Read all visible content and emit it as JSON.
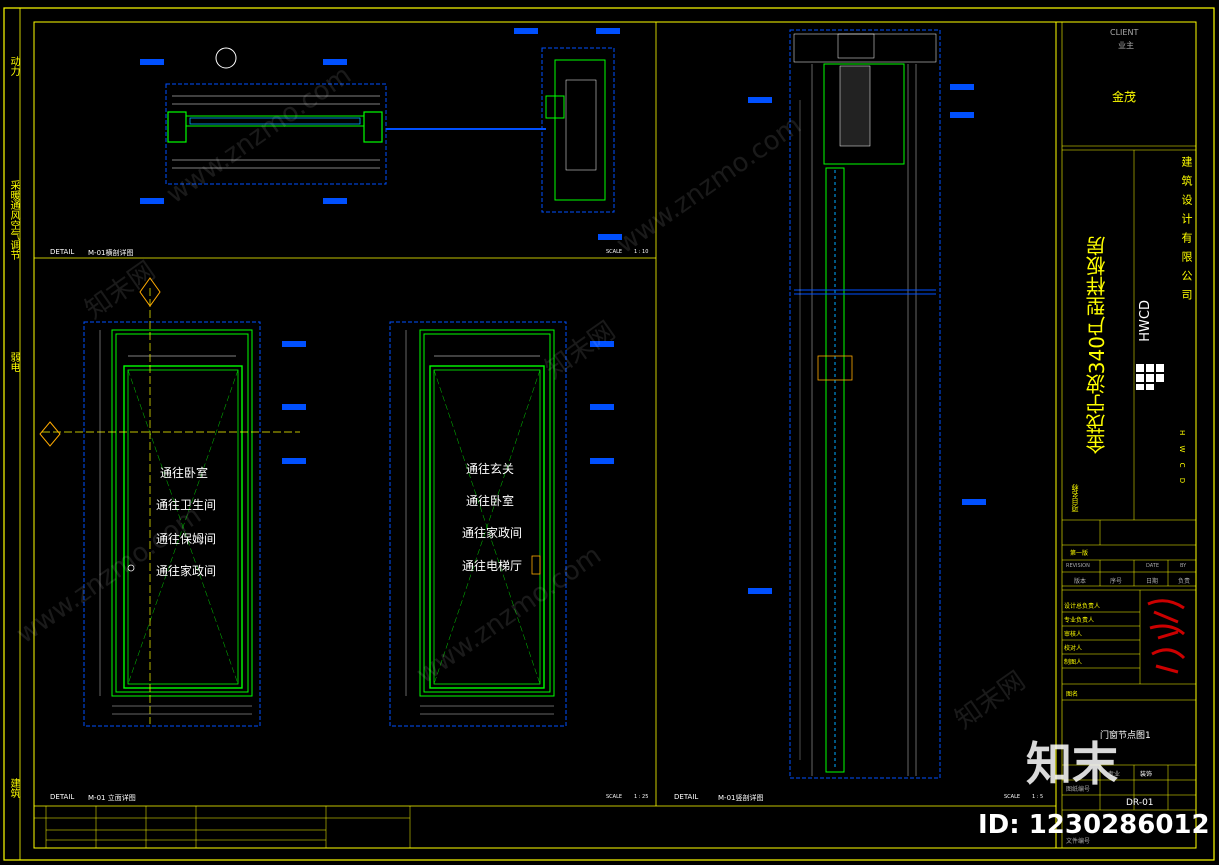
{
  "colors": {
    "background": "#000000",
    "frame": "#ffff00",
    "door_frame": "#00ff00",
    "dim_box": "#0050ff",
    "text": "#ffffff",
    "stamp": "#cc0000"
  },
  "left_margin": {
    "items": [
      "动力",
      "采暖通风空气调节",
      "弱电",
      "建筑"
    ]
  },
  "title_block": {
    "client_en": "CLIENT",
    "client_cn": "业主",
    "client_name": "金茂",
    "project_name": "金茂宁波340户型样板房",
    "company_short": "HWCD",
    "company_vertical": "建筑设计有限公司",
    "company_full_en": "H W C D",
    "project_label": "项目名称",
    "revision_label": "REVISION",
    "revision_cols": [
      "版本",
      "序号",
      "日期",
      "负责"
    ],
    "revision_first": "第一版",
    "by_label": "BY",
    "date_label": "DATE",
    "roles": [
      "设计总负责人",
      "专业负责人",
      "审核人",
      "校对人",
      "制图人"
    ],
    "drawing_name_label": "图名",
    "drawing_name": "门窗节点图1",
    "discipline_label": "专业",
    "discipline": "装饰",
    "scale": "图纸编号",
    "drawing_number": "DR-01",
    "sheet_label": "文件编号"
  },
  "details": {
    "top_left": {
      "tag": "DETAIL",
      "title": "M-01横剖详图",
      "scale_label": "SCALE",
      "scale": "1 : 10"
    },
    "bottom_left": {
      "tag": "DETAIL",
      "title": "M-01 立面详图",
      "scale_label": "SCALE",
      "scale": "1 : 25"
    },
    "bottom_right": {
      "tag": "DETAIL",
      "title": "M-01竖剖详图",
      "scale_label": "SCALE",
      "scale": "1 : 5"
    }
  },
  "door_a": {
    "signs": [
      "通往卧室",
      "通往卫生间",
      "通往保姆间",
      "通往家政间"
    ]
  },
  "door_b": {
    "signs": [
      "通往玄关",
      "通往卧室",
      "通往家政间",
      "通往电梯厅"
    ]
  },
  "watermark": {
    "site": "www.znzmo.com",
    "brand": "知末网",
    "logo": "知末",
    "id_label": "ID: 1230286012"
  }
}
